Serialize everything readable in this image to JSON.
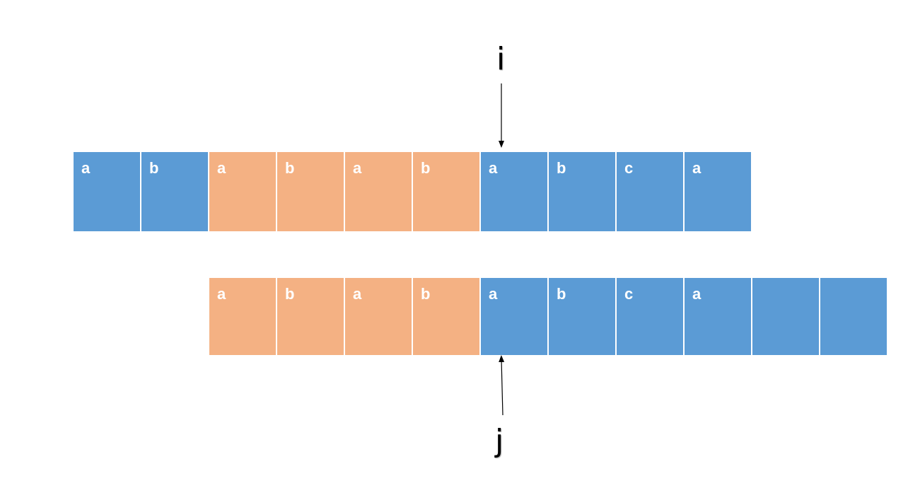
{
  "colors": {
    "default": "#5b9bd5",
    "match": "#f4b183",
    "text": "#ffffff",
    "arrow": "#000000"
  },
  "pointers": {
    "i": "i",
    "j": "j"
  },
  "text_row": {
    "cells": [
      {
        "char": "a",
        "state": "default"
      },
      {
        "char": "b",
        "state": "default"
      },
      {
        "char": "a",
        "state": "match"
      },
      {
        "char": "b",
        "state": "match"
      },
      {
        "char": "a",
        "state": "match"
      },
      {
        "char": "b",
        "state": "match"
      },
      {
        "char": "a",
        "state": "default"
      },
      {
        "char": "b",
        "state": "default"
      },
      {
        "char": "c",
        "state": "default"
      },
      {
        "char": "a",
        "state": "default"
      }
    ]
  },
  "pattern_row": {
    "cells": [
      {
        "char": "a",
        "state": "match"
      },
      {
        "char": "b",
        "state": "match"
      },
      {
        "char": "a",
        "state": "match"
      },
      {
        "char": "b",
        "state": "match"
      },
      {
        "char": "a",
        "state": "default"
      },
      {
        "char": "b",
        "state": "default"
      },
      {
        "char": "c",
        "state": "default"
      },
      {
        "char": "a",
        "state": "default"
      },
      {
        "char": "",
        "state": "default"
      },
      {
        "char": "",
        "state": "default"
      }
    ]
  }
}
